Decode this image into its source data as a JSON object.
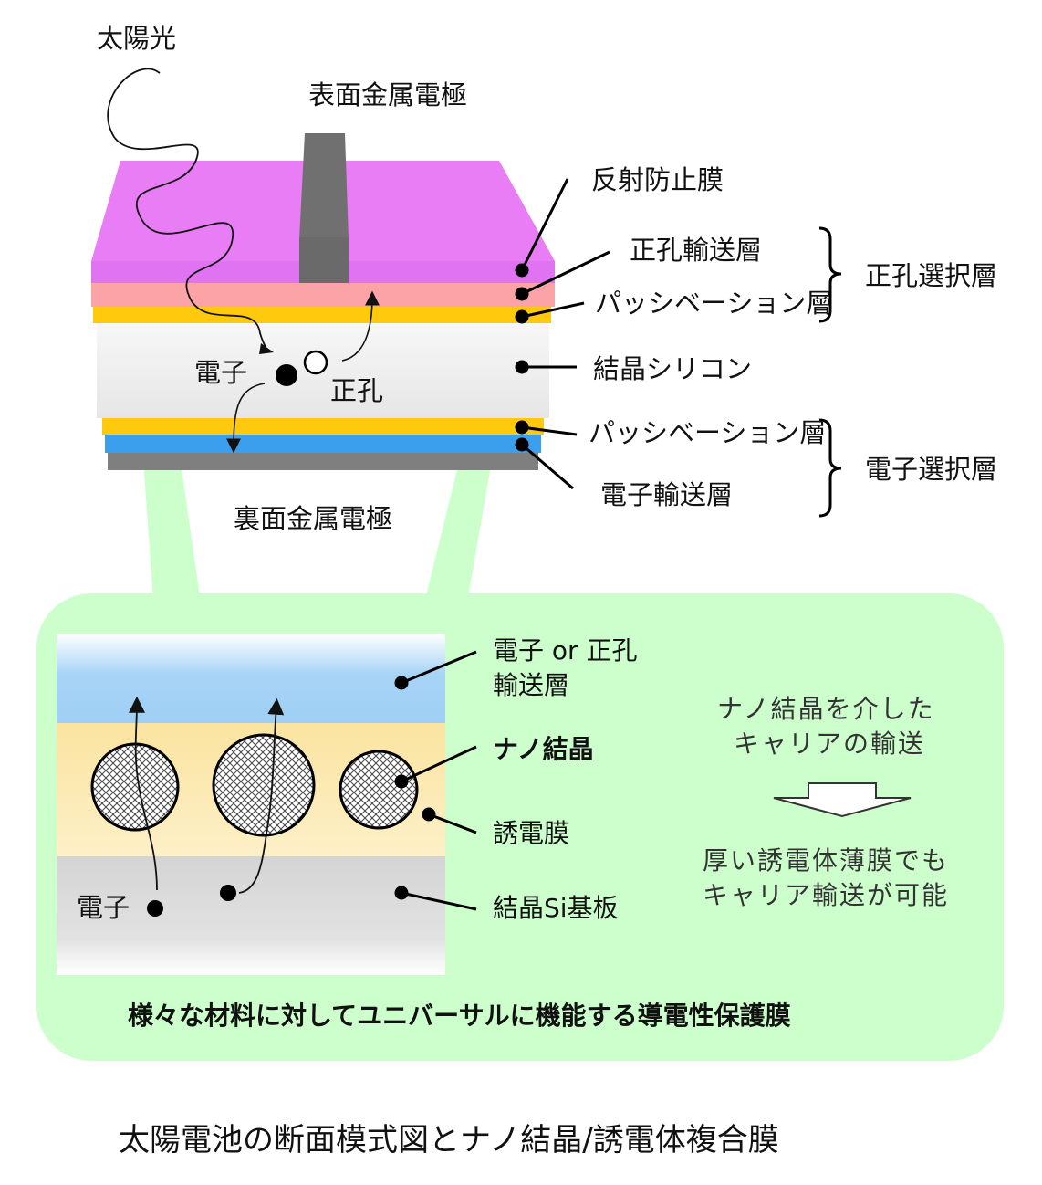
{
  "top": {
    "sunlight": "太陽光",
    "front_electrode": "表面金属電極",
    "back_electrode": "裏面金属電極",
    "electron": "電子",
    "hole": "正孔",
    "layers": {
      "anti_reflection": "反射防止膜",
      "hole_transport": "正孔輸送層",
      "passivation_top": "パッシベーション層",
      "crystalline_si": "結晶シリコン",
      "passivation_bottom": "パッシベーション層",
      "electron_transport": "電子輸送層"
    },
    "groups": {
      "hole_selective": "正孔選択層",
      "electron_selective": "電子選択層"
    }
  },
  "inset": {
    "transport_line1": "電子 or 正孔",
    "transport_line2": "輸送層",
    "nanocrystal": "ナノ結晶",
    "dielectric": "誘電膜",
    "substrate": "結晶Si基板",
    "electron": "電子",
    "note1_line1": "ナノ結晶を介した",
    "note1_line2": "キャリアの輸送",
    "note2_line1": "厚い誘電体薄膜でも",
    "note2_line2": "キャリア輸送が可能",
    "bottom_text": "様々な材料に対してユニバーサルに機能する導電性保護膜"
  },
  "caption": "太陽電池の断面模式図とナノ結晶/誘電体複合膜",
  "colors": {
    "anti_reflection": "#f07cf8",
    "hole_transport": "#fba3a6",
    "passivation": "#ffc90e",
    "silicon": "#f2f2f2",
    "electron_transport": "#3c9fee",
    "back_metal": "#7f7f7f",
    "electrode": "#808080",
    "inset_bg": "#ccffcc",
    "inset_top": "#9fcff5",
    "inset_middle": "#fbe6a6",
    "inset_bottom": "#d9d9d9"
  }
}
